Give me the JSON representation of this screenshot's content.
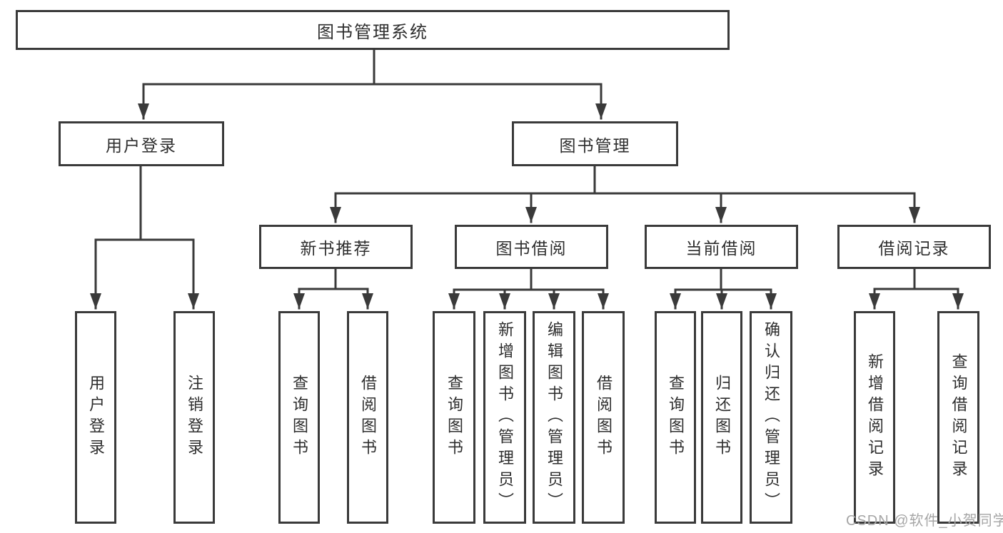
{
  "diagram_type": "tree",
  "tree": {
    "label": "图书管理系统",
    "children": [
      {
        "label": "用户登录",
        "children": [
          {
            "label": "用户登录"
          },
          {
            "label": "注销登录"
          }
        ]
      },
      {
        "label": "图书管理",
        "children": [
          {
            "label": "新书推荐",
            "children": [
              {
                "label": "查询图书"
              },
              {
                "label": "借阅图书"
              }
            ]
          },
          {
            "label": "图书借阅",
            "children": [
              {
                "label": "查询图书"
              },
              {
                "label": "新增图书（管理员）"
              },
              {
                "label": "编辑图书（管理员）"
              },
              {
                "label": "借阅图书"
              }
            ]
          },
          {
            "label": "当前借阅",
            "children": [
              {
                "label": "查询图书"
              },
              {
                "label": "归还图书"
              },
              {
                "label": "确认归还（管理员）"
              }
            ]
          },
          {
            "label": "借阅记录",
            "children": [
              {
                "label": "新增借阅记录"
              },
              {
                "label": "查询借阅记录"
              }
            ]
          }
        ]
      }
    ]
  },
  "watermark": "CSDN @软件_小贺同学",
  "colors": {
    "line": "#3a3a3a",
    "text": "#2e2e2e",
    "watermark_text": "#a6a6a6",
    "background": "#ffffff"
  }
}
